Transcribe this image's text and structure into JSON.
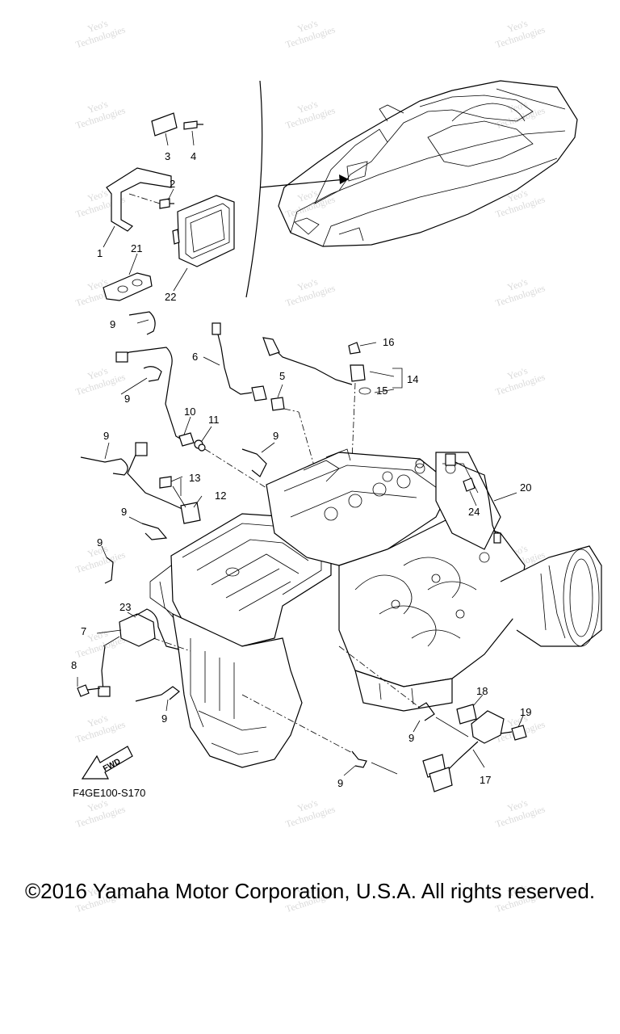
{
  "watermark": {
    "line1": "Yeo's",
    "line2": "Technologies"
  },
  "callouts": [
    "1",
    "2",
    "3",
    "4",
    "5",
    "6",
    "7",
    "8",
    "9",
    "10",
    "11",
    "12",
    "13",
    "14",
    "15",
    "16",
    "17",
    "18",
    "19",
    "20",
    "21",
    "22",
    "23",
    "24"
  ],
  "diagram_code": "F4GE100-S170",
  "fwd_label": "FWD",
  "copyright": "©2016 Yamaha Motor Corporation, U.S.A. All rights reserved."
}
